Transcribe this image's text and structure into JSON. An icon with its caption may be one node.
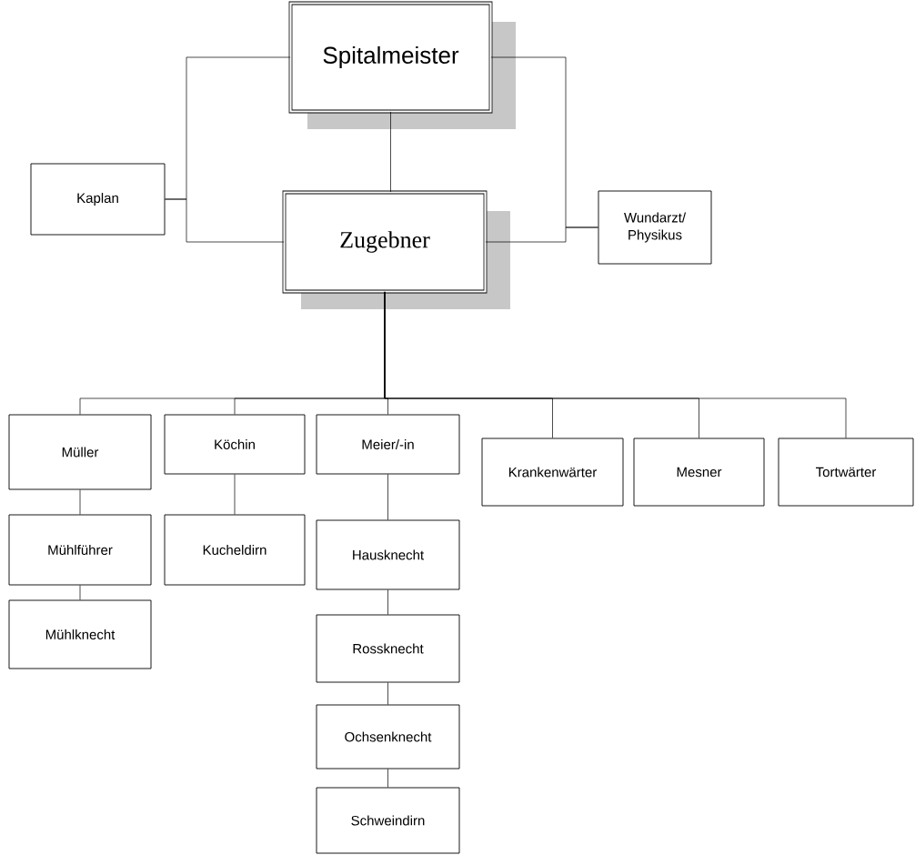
{
  "diagram": {
    "nodes": [
      {
        "text": [
          "Spitalmeister"
        ]
      },
      {
        "text": [
          "Kaplan"
        ]
      },
      {
        "text": [
          "Zugebner"
        ]
      },
      {
        "text": [
          "Wundarzt/ Physikus"
        ]
      },
      {
        "text": [
          "Müller"
        ]
      },
      {
        "text": [
          "Köchin"
        ]
      },
      {
        "text": [
          "Meier/-in"
        ]
      },
      {
        "text": [
          "Krankenwärter"
        ]
      },
      {
        "text": [
          "Mesner"
        ]
      },
      {
        "text": [
          "Tortwärter"
        ]
      },
      {
        "text": [
          "Mühlführer"
        ]
      },
      {
        "text": [
          "Kucheldirn"
        ]
      },
      {
        "text": [
          "Hausknecht"
        ]
      },
      {
        "text": [
          "Mühlknecht"
        ]
      },
      {
        "text": [
          "Rossknecht"
        ]
      },
      {
        "text": [
          "Ochsenknecht"
        ]
      },
      {
        "text": [
          "Schweindirn"
        ]
      }
    ],
    "edges": [
      {
        "from": 0,
        "to": 1,
        "arrow": "none"
      },
      {
        "from": 1,
        "to": 2,
        "arrow": "none"
      },
      {
        "from": 0,
        "to": 3,
        "arrow": "none"
      },
      {
        "from": 2,
        "to": 3,
        "arrow": "none"
      },
      {
        "from": 0,
        "to": 2,
        "arrow": "none"
      },
      {
        "from": 2,
        "to": 4,
        "arrow": "none"
      },
      {
        "from": 2,
        "to": 5,
        "arrow": "none"
      },
      {
        "from": 2,
        "to": 6,
        "arrow": "none"
      },
      {
        "from": 2,
        "to": 7,
        "arrow": "none"
      },
      {
        "from": 2,
        "to": 8,
        "arrow": "none"
      },
      {
        "from": 2,
        "to": 9,
        "arrow": "none"
      },
      {
        "from": 4,
        "to": 10,
        "arrow": "none"
      },
      {
        "from": 10,
        "to": 13,
        "arrow": "none"
      },
      {
        "from": 5,
        "to": 11,
        "arrow": "none"
      },
      {
        "from": 6,
        "to": 12,
        "arrow": "none"
      },
      {
        "from": 12,
        "to": 14,
        "arrow": "none"
      },
      {
        "from": 14,
        "to": 15,
        "arrow": "none"
      },
      {
        "from": 15,
        "to": 16,
        "arrow": "none"
      }
    ]
  }
}
